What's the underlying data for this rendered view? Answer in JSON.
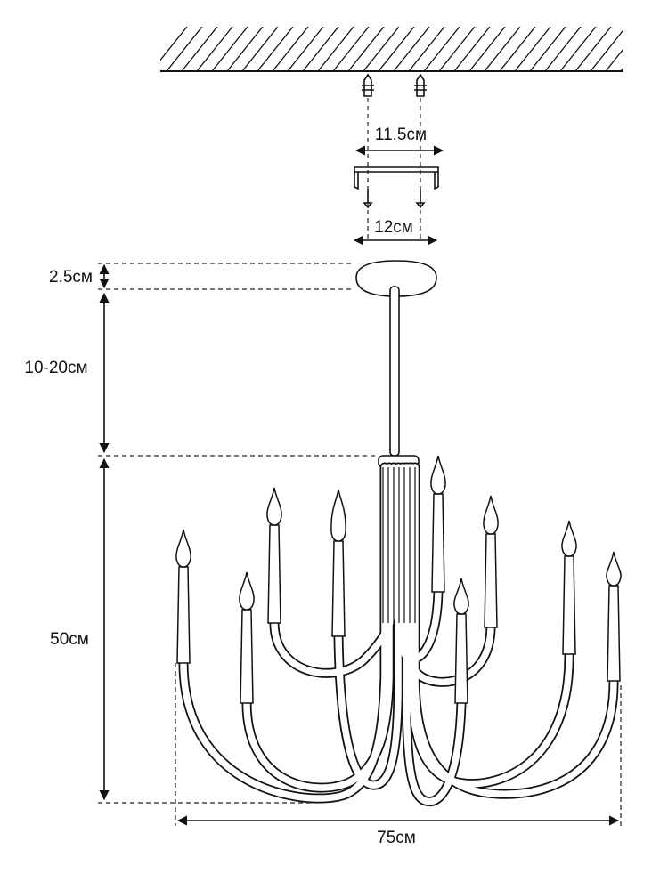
{
  "labels": {
    "mount_anchor_spacing": "11.5см",
    "bracket_width": "12см",
    "canopy_height": "2.5см",
    "rod_length": "10-20см",
    "body_height": "50см",
    "diameter": "75см"
  },
  "candles": 9
}
